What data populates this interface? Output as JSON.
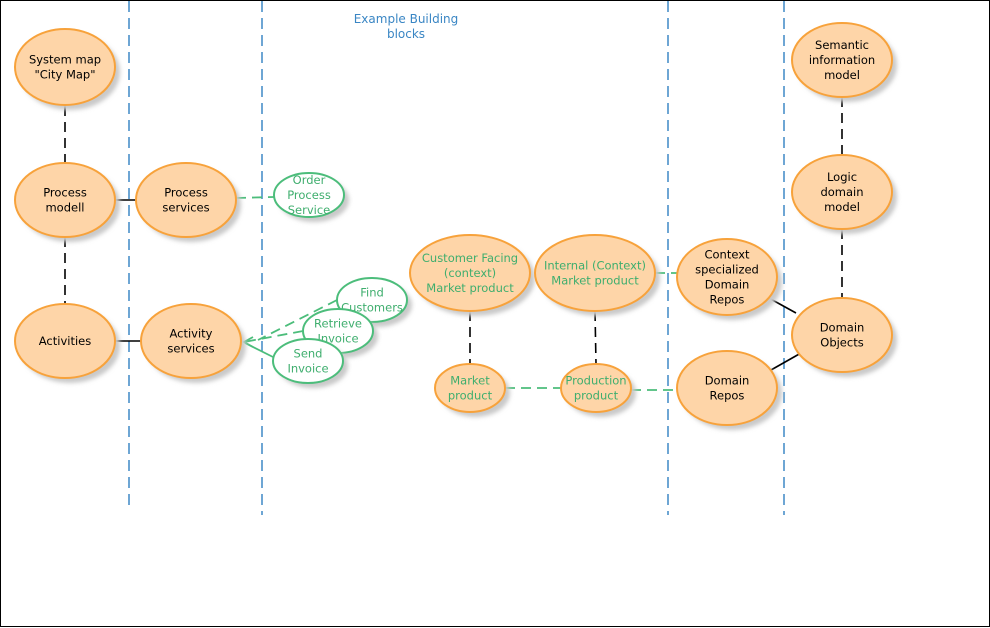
{
  "title": [
    "Example Building",
    "blocks"
  ],
  "colors": {
    "orange_fill": "#fed5a8",
    "orange_stroke": "#f7a23b",
    "green_stroke": "#4cbd7b",
    "green_text": "#3fae6e",
    "divider": "#4a90c9",
    "title": "#3a86c4",
    "black_text": "#000000",
    "shadow": "#c9c9c9"
  },
  "nodes": [
    {
      "id": "system-map",
      "style": "orange",
      "lines": [
        "System map",
        "\"City Map\""
      ]
    },
    {
      "id": "process-modell",
      "style": "orange",
      "lines": [
        "Process",
        "modell"
      ]
    },
    {
      "id": "activities",
      "style": "orange",
      "lines": [
        "Activities"
      ]
    },
    {
      "id": "process-services",
      "style": "orange",
      "lines": [
        "Process",
        "services"
      ]
    },
    {
      "id": "activity-services",
      "style": "orange",
      "lines": [
        "Activity",
        "services"
      ]
    },
    {
      "id": "order-process-service",
      "style": "green",
      "lines": [
        "Order",
        "Process",
        "Service"
      ]
    },
    {
      "id": "find-customers",
      "style": "green",
      "lines": [
        "Find",
        "Customers"
      ]
    },
    {
      "id": "retrieve-invoice",
      "style": "green",
      "lines": [
        "Retrieve",
        "Invoice"
      ]
    },
    {
      "id": "send-invoice",
      "style": "green",
      "lines": [
        "Send",
        "Invoice"
      ]
    },
    {
      "id": "customer-facing-market-product",
      "style": "orange-greentext",
      "lines": [
        "Customer Facing",
        "(context)",
        "Market product"
      ]
    },
    {
      "id": "internal-market-product",
      "style": "orange-greentext",
      "lines": [
        "Internal (Context)",
        "Market product"
      ]
    },
    {
      "id": "market-product",
      "style": "orange-greentext",
      "lines": [
        "Market",
        "product"
      ]
    },
    {
      "id": "production-product",
      "style": "orange-greentext",
      "lines": [
        "Production",
        "product"
      ]
    },
    {
      "id": "context-specialized-domain-repos",
      "style": "orange",
      "lines": [
        "Context",
        "specialized",
        "Domain",
        "Repos"
      ]
    },
    {
      "id": "domain-repos",
      "style": "orange",
      "lines": [
        "Domain",
        "Repos"
      ]
    },
    {
      "id": "semantic-information-model",
      "style": "orange",
      "lines": [
        "Semantic",
        "information",
        "model"
      ]
    },
    {
      "id": "logic-domain-model",
      "style": "orange",
      "lines": [
        "Logic",
        "domain",
        "model"
      ]
    },
    {
      "id": "domain-objects",
      "style": "orange",
      "lines": [
        "Domain",
        "Objects"
      ]
    }
  ]
}
